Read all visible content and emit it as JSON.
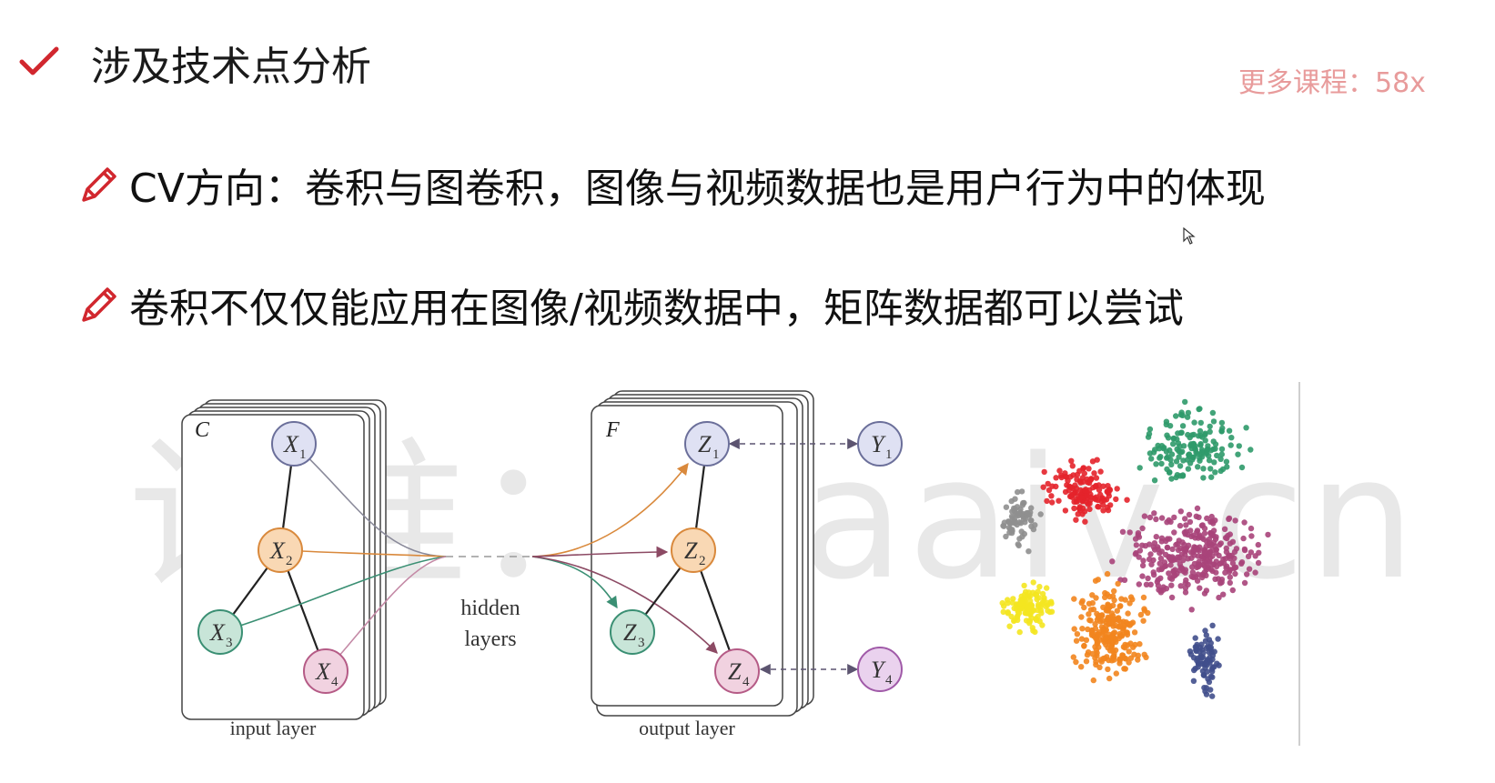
{
  "slide": {
    "title": "涉及技术点分析",
    "corner_note": "更多课程：58x",
    "bullets": [
      "CV方向：卷积与图卷积，图像与视频数据也是用户行为中的体现",
      "卷积不仅仅能应用在图像/视频数据中，矩阵数据都可以尝试"
    ],
    "watermark": "认准：leaaiv.cn"
  },
  "figure": {
    "input_stack_label": "C",
    "output_stack_label": "F",
    "input_nodes": [
      "X",
      "X",
      "X",
      "X"
    ],
    "input_subs": [
      "1",
      "2",
      "3",
      "4"
    ],
    "output_nodes": [
      "Z",
      "Z",
      "Z",
      "Z"
    ],
    "output_subs": [
      "1",
      "2",
      "3",
      "4"
    ],
    "targets": [
      "Y",
      "Y"
    ],
    "target_subs": [
      "1",
      "4"
    ],
    "hidden_label_1": "hidden",
    "hidden_label_2": "layers",
    "input_caption": "input layer",
    "output_caption": "output layer",
    "colors": {
      "x1": "#dfe1f3",
      "x2": "#f9d8b4",
      "x3": "#c8e5d8",
      "x4": "#f1d2e0",
      "y": "#ead2ee",
      "cluster_red": "#e4232b",
      "cluster_green": "#2f9a6a",
      "cluster_gray": "#8f8f8f",
      "cluster_purple": "#a8447a",
      "cluster_yellow": "#f4e520",
      "cluster_orange": "#f2851e",
      "cluster_navy": "#414f8c"
    }
  }
}
